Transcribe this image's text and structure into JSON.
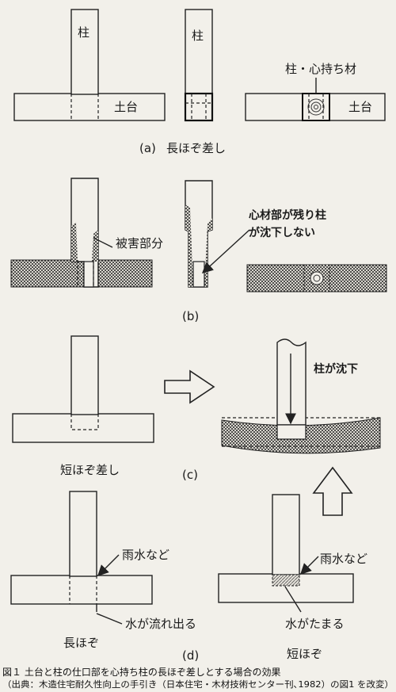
{
  "panel_a": {
    "label_post_1": "柱",
    "label_post_2": "柱",
    "label_sill_1": "土台",
    "label_post_core": "柱・心持ち材",
    "label_sill_2": "土台",
    "caption": "(a)",
    "caption_text": "長ほぞ差し"
  },
  "panel_b": {
    "label_damage": "被害部分",
    "label_core_line1": "心材部が残り柱",
    "label_core_line2": "が沈下しない",
    "caption": "(b)"
  },
  "panel_c": {
    "label_short_tenon": "短ほぞ差し",
    "label_sink": "柱が沈下",
    "caption": "(c)"
  },
  "panel_d": {
    "label_rain_1": "雨水など",
    "label_water_out": "水が流れ出る",
    "label_long": "長ほぞ",
    "label_rain_2": "雨水など",
    "label_water_pool": "水がたまる",
    "label_short": "短ほぞ",
    "caption": "(d)"
  },
  "caption": {
    "line1": "図１ 土台と柱の仕口部を心持ち柱の長ほぞ差しとする場合の効果",
    "line2": "（出典：木造住宅耐久性向上の手引き（日本住宅・木材技術センター刊､1982）の図1 を改変）"
  }
}
